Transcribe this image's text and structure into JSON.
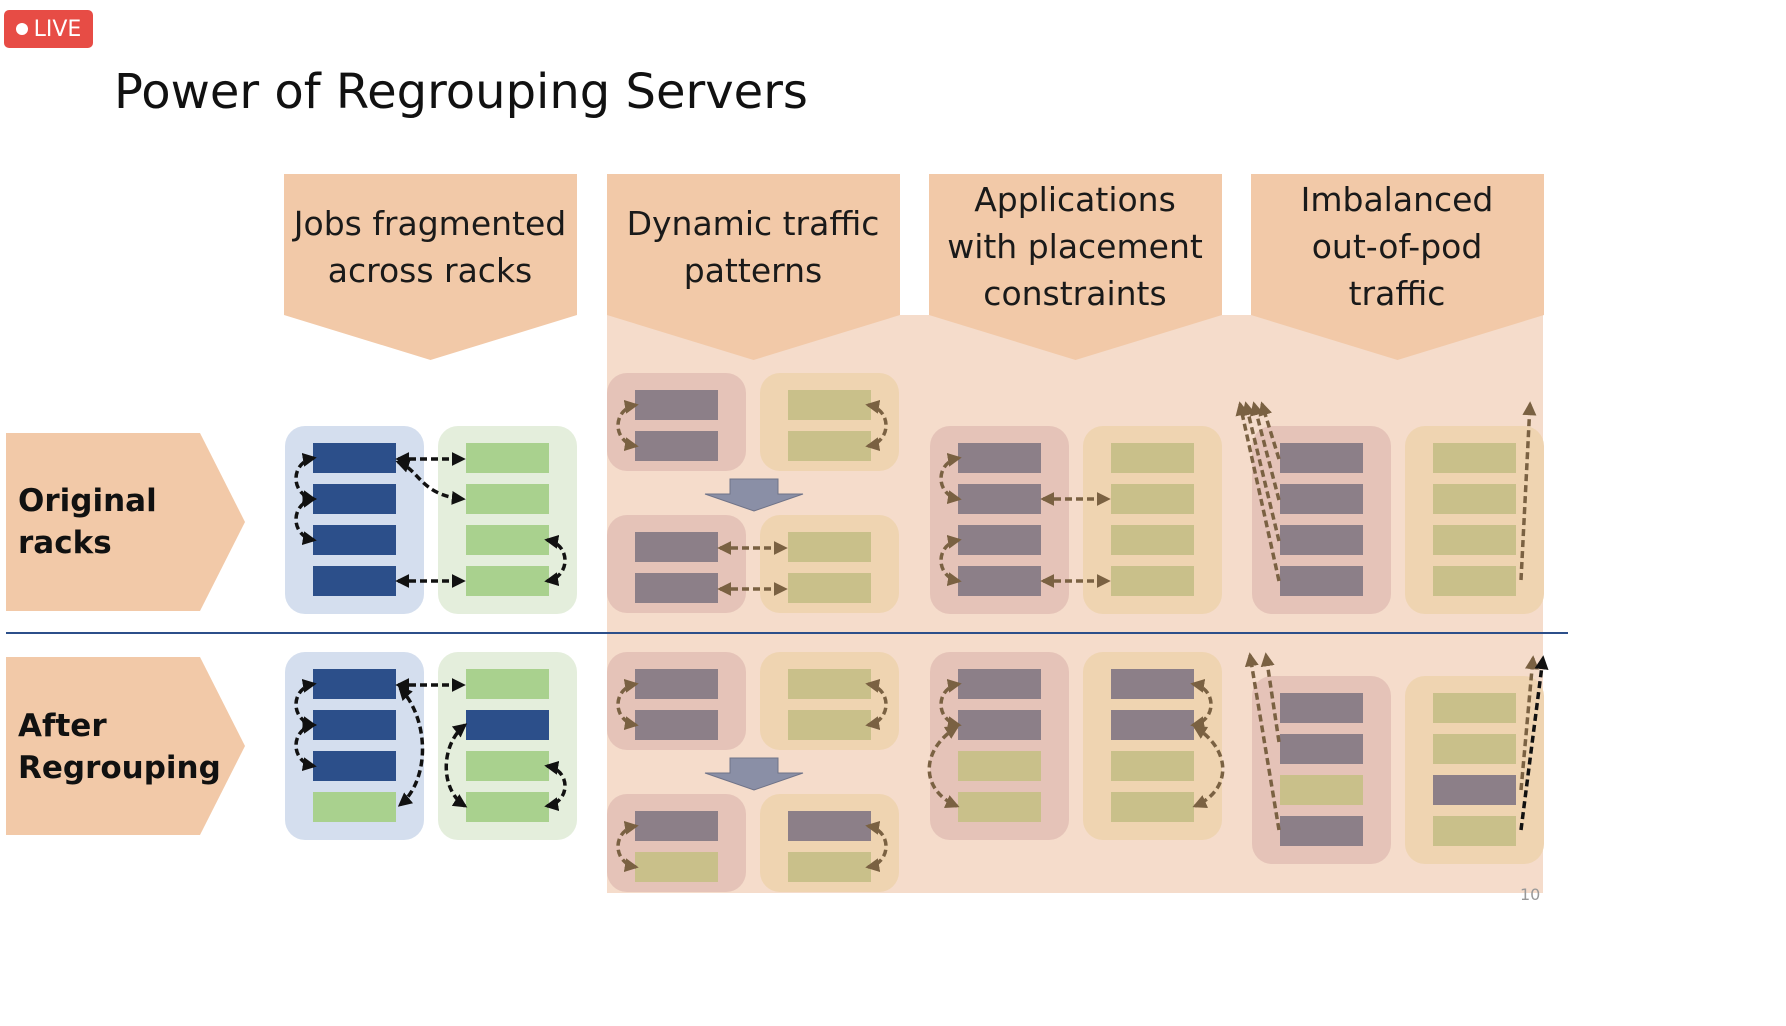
{
  "live_badge": {
    "label": "LIVE"
  },
  "slide": {
    "title": "Power of Regrouping Servers",
    "headers": [
      {
        "lines": [
          "Jobs fragmented",
          "across racks"
        ]
      },
      {
        "lines": [
          "Dynamic traffic",
          "patterns"
        ]
      },
      {
        "lines": [
          "Applications",
          "with placement",
          "constraints"
        ]
      },
      {
        "lines": [
          "Imbalanced",
          "out-of-pod",
          "traffic"
        ]
      }
    ],
    "rows": [
      {
        "lines": [
          "Original",
          "racks"
        ]
      },
      {
        "lines": [
          "After",
          "Regrouping"
        ]
      }
    ],
    "page_number": "10"
  },
  "colors": {
    "header_fill": "#f2c9a8",
    "panel_overlay": "#f5dccb",
    "blue_server": "#2c4f8a",
    "green_server": "#a9d18e",
    "gray_server": "#8c7f88",
    "olive_server": "#c9c08a",
    "blue_rack": "#d4deee",
    "green_rack": "#e4eedc",
    "pink_rack": "#e5c3b8",
    "tan_rack": "#efd4b1",
    "arrow_black": "#111111",
    "arrow_brown": "#7a6142",
    "divider": "#2c4f8a"
  }
}
